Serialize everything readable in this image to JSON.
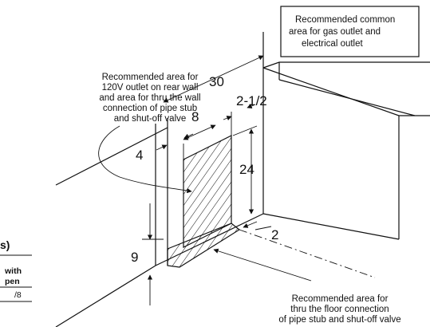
{
  "callouts": {
    "gas_electrical": [
      "Recommended common",
      "area for gas outlet and",
      "electrical outlet"
    ],
    "rear_wall": [
      "Recommended area for",
      "120V outlet on rear wall",
      "and area for thru the wall",
      "connection of pipe stub",
      "and shut-off valve"
    ],
    "floor": [
      "Recommended area for",
      "thru the floor connection",
      "of pipe stub and shut-off valve"
    ]
  },
  "dimensions": {
    "overall_width": "30",
    "side_offset": "2-1/2",
    "area_width": "8",
    "left_offset": "4",
    "area_height": "24",
    "floor_depth": "2",
    "floor_height": "9"
  },
  "edge_fragments": {
    "heading": "s)",
    "line1": "with",
    "line2": "pen",
    "line3": "/8"
  }
}
